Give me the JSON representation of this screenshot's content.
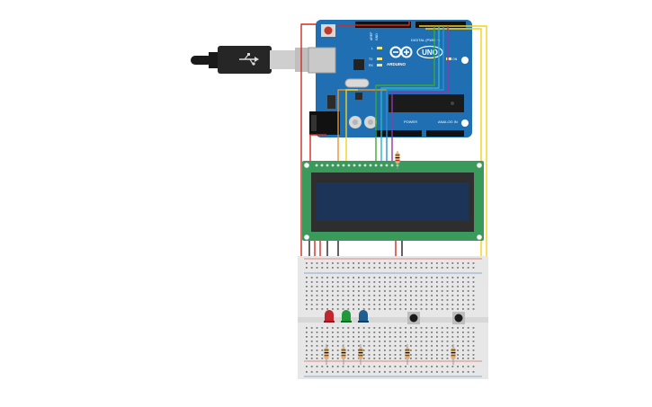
{
  "arduino": {
    "brand": "ARDUINO",
    "model": "UNO",
    "header_digital": "DIGITAL (PWM ~)",
    "header_power": "POWER",
    "header_analog": "ANALOG IN",
    "label_aref": "AREF",
    "label_gnd": "GND",
    "label_tx": "TX",
    "label_rx": "RX",
    "label_l": "L",
    "label_on": "ON",
    "board_color": "#1f6fb2"
  },
  "usb": {
    "icon": "usb-icon"
  },
  "lcd": {
    "screen_color": "#1d3459",
    "pcb_color": "#3a9a5b"
  },
  "breadboard": {
    "color": "#e7e7e7"
  },
  "leds": [
    {
      "color": "#c0262c"
    },
    {
      "color": "#1f9a3a"
    },
    {
      "color": "#1f5f8f"
    }
  ],
  "wire_colors": {
    "red": "#d42b1f",
    "yellow": "#f2d31b",
    "black": "#222222",
    "orange": "#e8942a",
    "green": "#3aaa35",
    "blue": "#2f8fd8",
    "purple": "#8a3aa8",
    "cyan": "#2bb5c8"
  }
}
